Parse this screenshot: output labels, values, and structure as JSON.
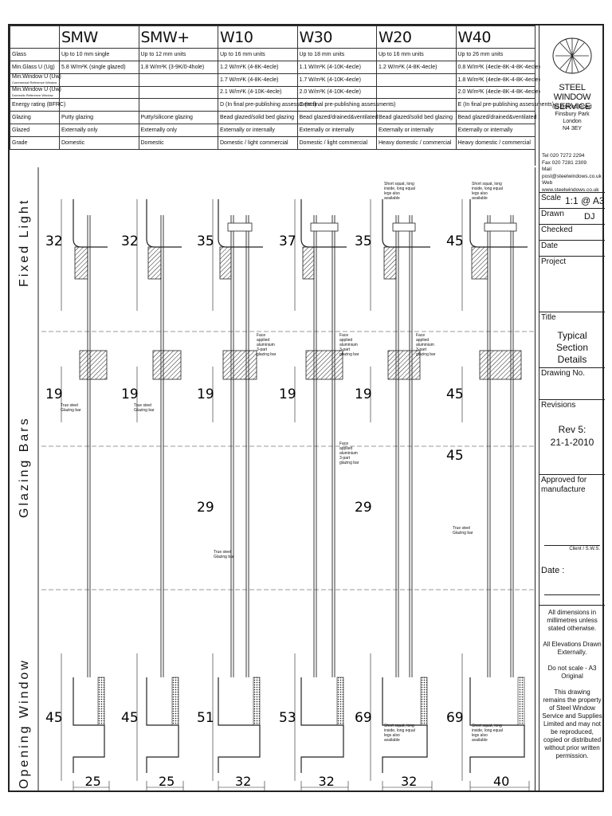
{
  "spec_table": {
    "columns": [
      "SMW",
      "SMW+",
      "W10",
      "W30",
      "W20",
      "W40"
    ],
    "rows": [
      {
        "label": "Glass",
        "cells": [
          "Up to 10 mm single",
          "Up to 12 mm units",
          "Up to 16 mm units",
          "Up to 18 mm units",
          "Up to 16 mm units",
          "Up to 26 mm units"
        ]
      },
      {
        "label": "Min.Glass U (Ug)",
        "cells": [
          "5.8 W/m²K (single glazed)",
          "1.8 W/m²K (3-9K/0-4hole)",
          "1.2 W/m²K (4-8K-4ecle)",
          "1.1 W/m²K (4-10K-4ecle)",
          "1.2 W/m²K (4-8K-4ecle)",
          "0.8 W/m²K (4ecle-8K-4-8K-4ecle)"
        ]
      },
      {
        "label": "Min.Window U (Uw)",
        "sublabel": "Commercial Reference Window",
        "cells": [
          "",
          "",
          "1.7 W/m²K (4-8K-4ecle)",
          "1.7 W/m²K (4-10K-4ecle)",
          "",
          "1.8 W/m²K (4ecle-8K-4-8K-4ecle)"
        ]
      },
      {
        "label": "Min.Window U (Uw)",
        "sublabel": "Domestic Reference Window",
        "cells": [
          "",
          "",
          "2.1 W/m²K (4-10K-4ecle)",
          "2.0 W/m²K (4-10K-4ecle)",
          "",
          "2.0 W/m²K (4ecle-8K-4-8K-4ecle)"
        ]
      },
      {
        "label": "Energy rating (BFRC)",
        "cells": [
          "",
          "",
          "D (In final pre-publishing assessments)",
          "C (In final pre-publishing assessments)",
          "",
          "E (In final pre-publishing assessments)"
        ]
      },
      {
        "label": "Glazing",
        "cells": [
          "Putty glazing",
          "Putty/silicone glazing",
          "Bead glazed/solid bed glazing",
          "Bead glazed/drained&ventilated",
          "Bead glazed/solid bed glazing",
          "Bead glazed/drained&ventilated"
        ]
      },
      {
        "label": "Glazed",
        "cells": [
          "Externally only",
          "Externally only",
          "Externally or internally",
          "Externally or internally",
          "Externally or internally",
          "Externally or internally"
        ]
      },
      {
        "label": "Grade",
        "cells": [
          "Domestic",
          "Domestic",
          "Domestic / light commercial",
          "Domestic / light commercial",
          "Heavy domestic / commercial",
          "Heavy domestic / commercial"
        ]
      }
    ]
  },
  "drawing": {
    "side_labels": [
      "Fixed Light",
      "Glazing Bars",
      "Opening Window"
    ],
    "dims_fixed": [
      "32",
      "32",
      "35",
      "37",
      "35",
      "45"
    ],
    "dims_bars": [
      "19",
      "19",
      "19",
      "19",
      "19",
      "45"
    ],
    "dims_bars2": [
      "29",
      "29"
    ],
    "dims_opening": [
      "45",
      "45",
      "51",
      "53",
      "69",
      "69"
    ],
    "dims_bottom": [
      "25",
      "25",
      "32",
      "32",
      "32",
      "40"
    ],
    "note_short_squat": "Short squat, long inside, long equal legs also available",
    "note_face_applied": "Face applied aluminium 3-part glazing bar",
    "note_true_steel": "True steel Glazing bar"
  },
  "title_block": {
    "company": "STEEL WINDOW SERVICE",
    "address": [
      "30 Oxford Road",
      "Finsbury Park",
      "London",
      "N4 3EY"
    ],
    "contact": [
      "Tel  020 7272 2294",
      "Fax  020 7281 2309",
      "Mail  post@steelwindows.co.uk",
      "Web  www.steelwindows.co.uk"
    ],
    "scale_label": "Scale",
    "scale_value": "1:1 @ A3",
    "drawn_label": "Drawn",
    "drawn_value": "DJ",
    "checked_label": "Checked",
    "date_label": "Date",
    "project_label": "Project",
    "title_label": "Title",
    "title_value": "Typical Section Details",
    "drawing_no_label": "Drawing No.",
    "revisions_label": "Revisions",
    "revision_value": "Rev 5:",
    "revision_date": "21-1-2010",
    "approved_label": "Approved for manufacture",
    "client_sign": "Client / S.W.S.",
    "date2_label": "Date :",
    "notes": [
      "All dimensions in millimetres unless stated otherwise.",
      "All Elevations Drawn Externally.",
      "Do not scale - A3 Original",
      "This drawing remains the property of Steel Window Service and Supplies Limited and may not be reproduced, copied or distributed without prior written permission."
    ]
  }
}
